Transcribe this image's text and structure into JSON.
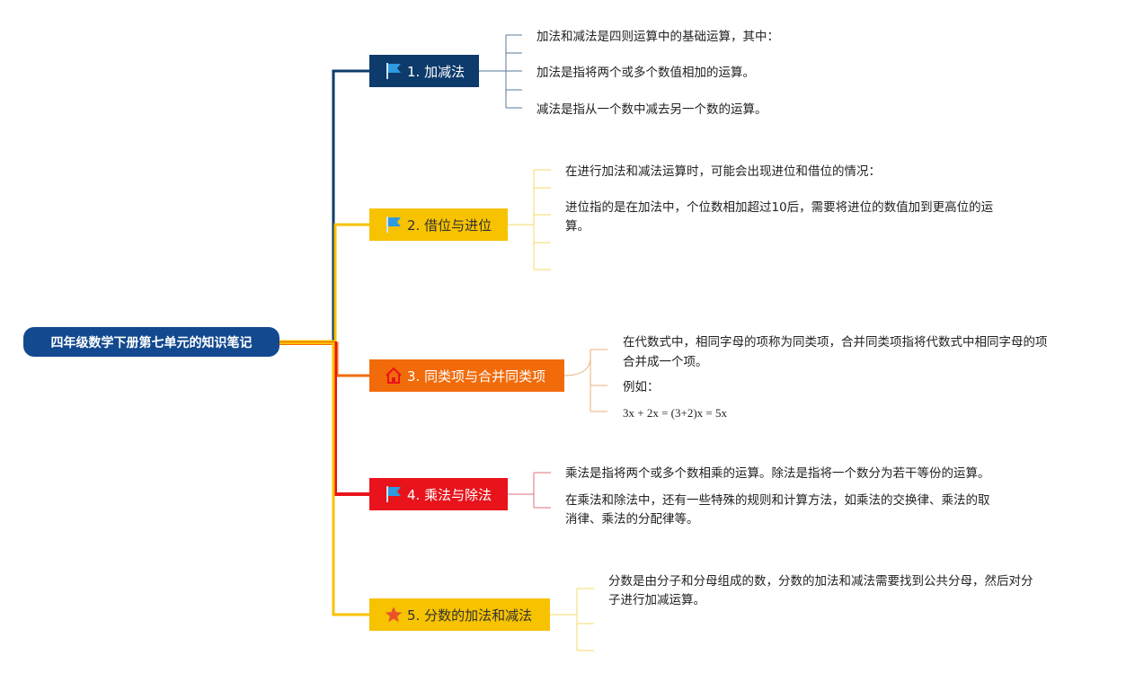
{
  "root": {
    "title": "四年级数学下册第七单元的知识笔记"
  },
  "branches": [
    {
      "label": "1. 加减法",
      "color": "#0d3b6b",
      "icon": "flag-icon",
      "leaves": [
        "加法和减法是四则运算中的基础运算，其中：",
        "加法是指将两个或多个数值相加的运算。",
        "减法是指从一个数中减去另一个数的运算。"
      ]
    },
    {
      "label": "2. 借位与进位",
      "color": "#f7c200",
      "icon": "flag-icon",
      "leaves": [
        "在进行加法和减法运算时，可能会出现进位和借位的情况：",
        "进位指的是在加法中，个位数相加超过10后，需要将进位的数值加到更高位的运",
        "算。"
      ]
    },
    {
      "label": "3. 同类项与合并同类项",
      "color": "#f26b0b",
      "icon": "house-icon",
      "leaves": [
        "在代数式中，相同字母的项称为同类项，合并同类项指将代数式中相同字母的项",
        "合并成一个项。",
        "例如：",
        "3x + 2x = (3+2)x = 5x"
      ]
    },
    {
      "label": "4. 乘法与除法",
      "color": "#e8131b",
      "icon": "flag-icon",
      "leaves": [
        "乘法是指将两个或多个数相乘的运算。除法是指将一个数分为若干等份的运算。",
        "在乘法和除法中，还有一些特殊的规则和计算方法，如乘法的交换律、乘法的取",
        "消律、乘法的分配律等。"
      ]
    },
    {
      "label": "5. 分数的加法和减法",
      "color": "#f7c200",
      "icon": "star-icon",
      "leaves": [
        "分数是由分子和分母组成的数，分数的加法和减法需要找到公共分母，然后对分",
        "子进行加减运算。"
      ]
    }
  ]
}
